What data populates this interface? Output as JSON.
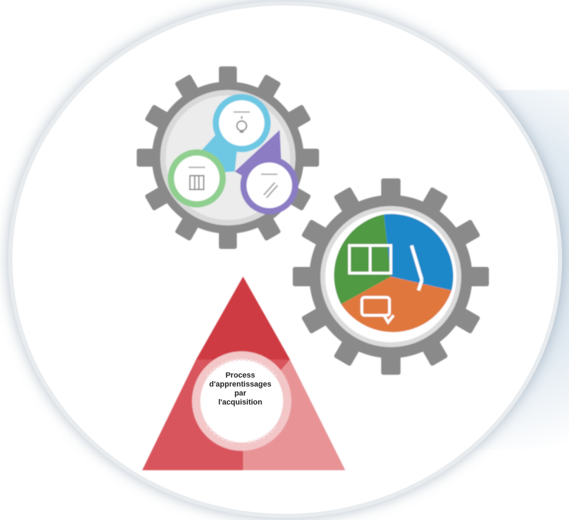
{
  "triangle": {
    "center_lines": [
      "Process",
      "d'apprentissages",
      "par",
      "l'acquisition"
    ],
    "color_top": "#cf3b43",
    "color_left": "#d9555d",
    "color_right": "#e89497"
  },
  "gear_top": {
    "color": "#8a8a8a",
    "segments": [
      {
        "name": "top",
        "color": "#6ec8e4",
        "icon": "lightbulb-icon"
      },
      {
        "name": "left",
        "color": "#8fcf8f",
        "icon": "building-icon"
      },
      {
        "name": "right",
        "color": "#8b7cc4",
        "icon": "pencil-icon"
      }
    ]
  },
  "gear_bottom": {
    "color": "#8a8a8a",
    "segments": [
      {
        "name": "left",
        "color": "#4f9a43",
        "icon": "book-icon"
      },
      {
        "name": "right",
        "color": "#1d88c9",
        "icon": "pen-icon"
      },
      {
        "name": "bottom",
        "color": "#e0783c",
        "icon": "speech-bubble-icon"
      }
    ]
  }
}
